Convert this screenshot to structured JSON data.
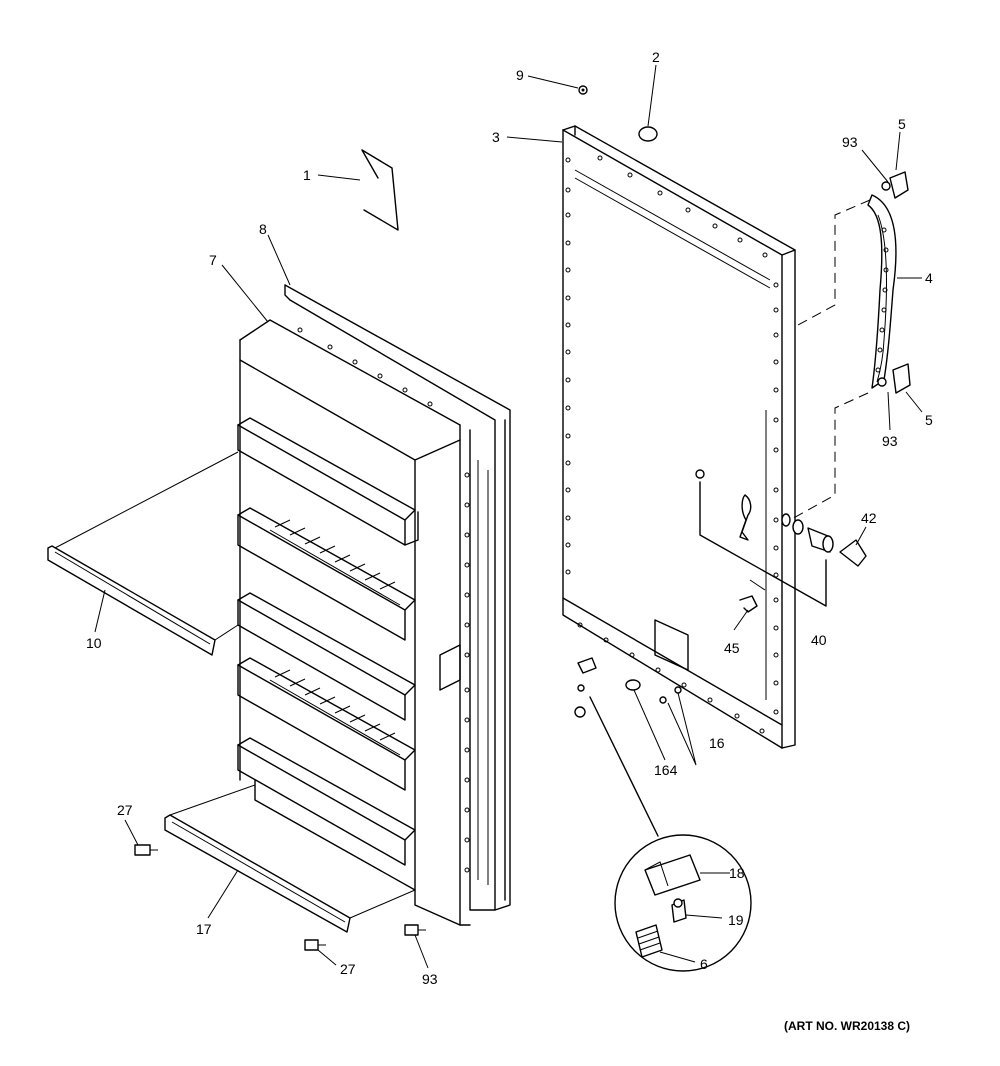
{
  "callouts": {
    "c1": "1",
    "c2": "2",
    "c3": "3",
    "c4": "4",
    "c5a": "5",
    "c5b": "5",
    "c7": "7",
    "c8": "8",
    "c9": "9",
    "c10": "10",
    "c16": "16",
    "c17": "17",
    "c18": "18",
    "c19": "19",
    "c6": "6",
    "c27a": "27",
    "c27b": "27",
    "c40": "40",
    "c42": "42",
    "c45": "45",
    "c93a": "93",
    "c93b": "93",
    "c93c": "93",
    "c164": "164"
  },
  "art_number": "(ART NO. WR20138 C)"
}
